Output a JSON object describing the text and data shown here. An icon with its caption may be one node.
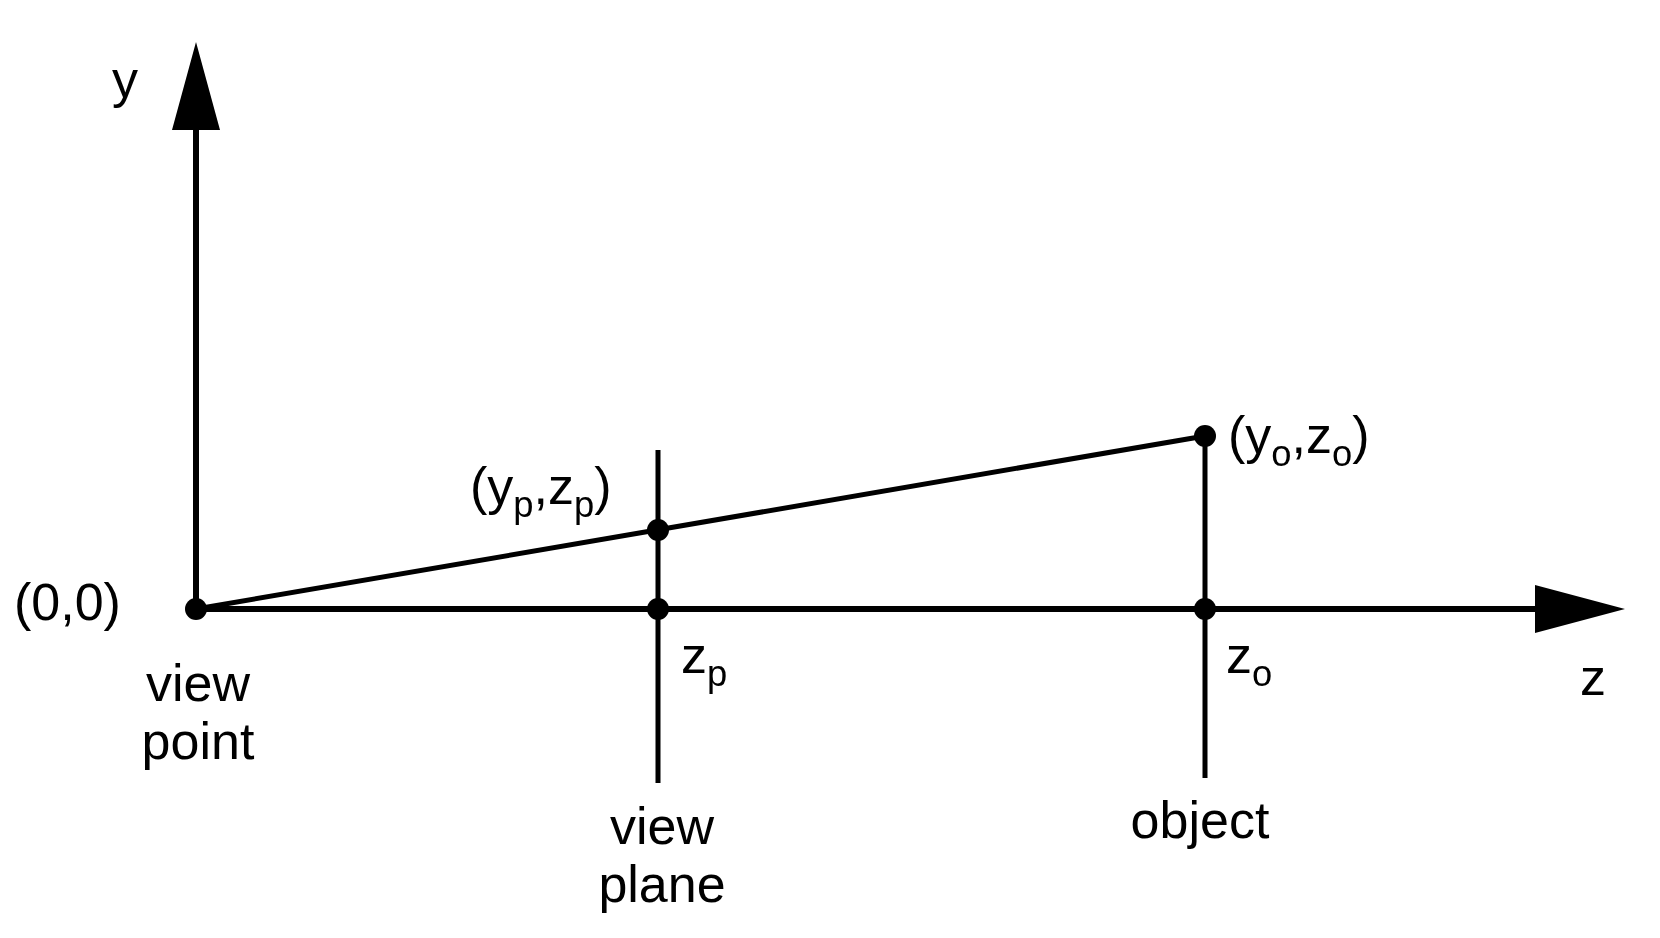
{
  "diagram": {
    "labels": [
      "y",
      "(y$_{o}$,z$_{o}$)",
      "(y$_{p}$,z$_{p}$)",
      "(0,0)",
      "view point",
      "z$_{p}$",
      "z$_{o}$",
      "z",
      "view plane",
      "object"
    ]
  }
}
